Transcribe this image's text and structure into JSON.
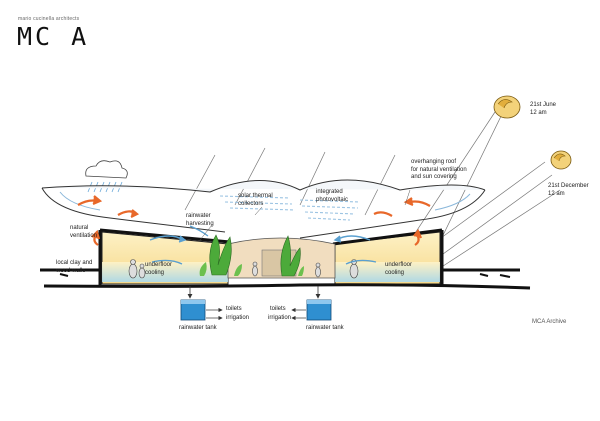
{
  "brand": {
    "firm_name": "mario cucinella architects",
    "logo": "MC A"
  },
  "labels": {
    "sun_june": "21st June\n12 am",
    "sun_december": "21st December\n12 am",
    "solar_thermal": "solar thermal\ncollectors",
    "integrated_pv": "integrated\nphotovoltaic",
    "overhanging_roof": "overhanging roof\nfor natural ventilation\nand sun covering",
    "natural_ventilation": "natural\nventilation",
    "rainwater_harvesting": "rainwater\nharvesting",
    "local_clay": "local clay and\nwood walls",
    "underfloor_cooling_left": "underfloor\ncooling",
    "underfloor_cooling_right": "underfloor\ncooling",
    "toilets_left": "toilets",
    "irrigation_left": "irrigation",
    "rainwater_tank_left": "rainwater tank",
    "toilets_right": "toilets",
    "irrigation_right": "irrigation",
    "rainwater_tank_right": "rainwater tank",
    "archive": "MCA Archive"
  },
  "colors": {
    "sun": "#f3d27a",
    "wall_interior": "#fbe7a8",
    "cool_blue": "#9fd3ea",
    "tank_blue": "#2f8fd0",
    "arrow_orange": "#e8682a",
    "plant_green": "#4caa3a",
    "ground": "#111111"
  },
  "icons": [
    "sun-icon",
    "cloud-icon",
    "rain-icon",
    "arrow-icon",
    "plant-icon",
    "person-icon",
    "water-tank-icon"
  ]
}
